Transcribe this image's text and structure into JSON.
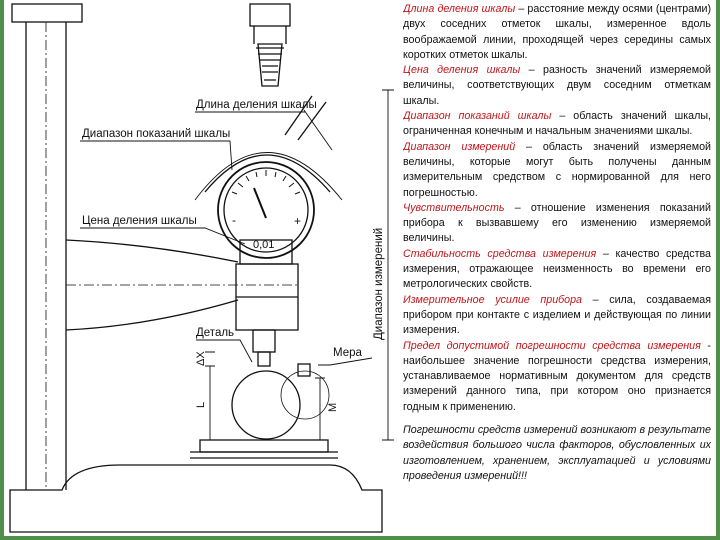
{
  "diagram": {
    "labels": {
      "scale_division_length": "Длина деления шкалы",
      "indication_range": "Диапазон показаний шкалы",
      "division_value": "Цена деления шкалы",
      "division_value_number": "0,01",
      "measuring_range": "Диапазон измерений",
      "part": "Деталь",
      "measure": "Мера",
      "delta_x": "ΔX",
      "l_label": "L",
      "m_label": "M",
      "minus_sign": "-",
      "plus_sign": "+"
    }
  },
  "definitions": [
    {
      "term": "Длина деления шкалы",
      "text": " – расстояние между осями (центрами) двух соседних отметок шкалы, измеренное вдоль воображаемой линии, проходящей через середины самых коротких отметок шкалы."
    },
    {
      "term": "Цена деления шкалы",
      "text": " – разность значений измеряемой величины, соответствующих двум соседним отметкам шкалы."
    },
    {
      "term": "Диапазон показаний шкалы",
      "text": " – область значений шкалы, ограниченная конечным и начальным значениями шкалы."
    },
    {
      "term": "Диапазон измерений",
      "text": " – область значений измеряемой величины, которые могут быть получены данным измерительным средством с нормированной для него погрешностью."
    },
    {
      "term": "Чувствительность",
      "text": " – отношение изменения показаний прибора к вызвавшему его изменению измеряемой величины."
    },
    {
      "term": "Стабильность средства измерения",
      "text": " – качество средства измерения, отражающее неизменность во времени его метрологических свойств."
    },
    {
      "term": "Измерительное усилие прибора",
      "text": " – сила, создаваемая прибором при контакте с изделием и действующая по линии измерения."
    },
    {
      "term": "Предел допустимой погрешности средства измерения",
      "text": " - наибольшее значение погрешности средства измерения, устанавливаемое нормативным документом для средств измерений данного типа, при котором оно признается годным к применению."
    }
  ],
  "closing_note": "Погрешности средств измерений возникают в результате воздействия большого числа факторов, обусловленных их изготовлением, хранением, эксплуатацией и условиями проведения измерений!!!",
  "colors": {
    "accent_green": "#4f8f4a",
    "term_red": "#c0151b"
  }
}
